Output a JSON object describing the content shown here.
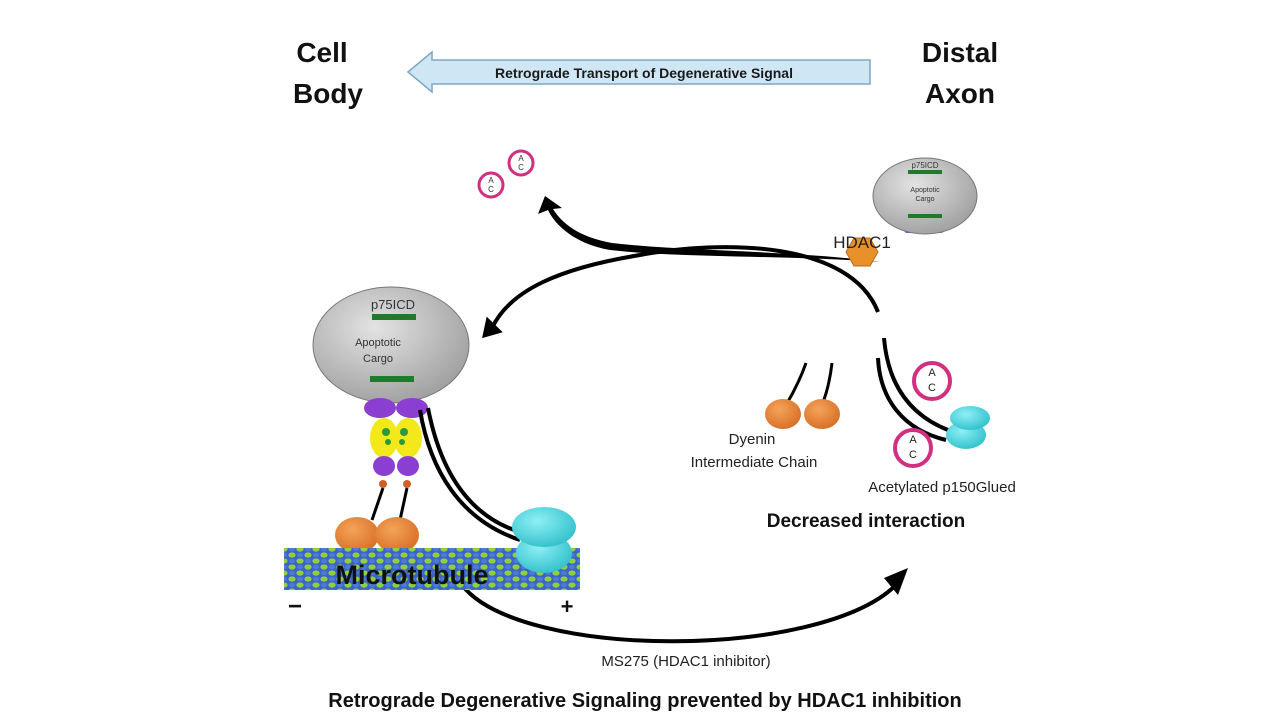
{
  "labels": {
    "cell_body_line1": "Cell",
    "cell_body_line2": "Body",
    "distal_axon_line1": "Distal",
    "distal_axon_line2": "Axon",
    "transport_arrow": "Retrograde Transport of Degenerative Signal",
    "hdac1": "HDAC1",
    "p75icd": "p75ICD",
    "apoptotic_cargo_line1": "Apoptotic",
    "apoptotic_cargo_line2": "Cargo",
    "small_cargo_line1": "Apoptotic",
    "small_cargo_line2": "Cargo",
    "small_p75icd": "p75ICD",
    "dynein_ic_line1": "Dyenin",
    "dynein_ic_line2": "Intermediate Chain",
    "acetylated": "Acetylated p150Glued",
    "decreased": "Decreased interaction",
    "microtubule": "Microtubule",
    "minus": "−",
    "plus": "+",
    "ms275": "MS275 (HDAC1 inhibitor)",
    "caption": "Retrograde Degenerative Signaling prevented by HDAC1 inhibition",
    "acetyl_a": "A",
    "acetyl_c": "C"
  },
  "colors": {
    "arrow_fill": "#cfe6f5",
    "arrow_stroke": "#7fa7c4",
    "cargo": "#b9b9b9",
    "green_bar": "#1f7a2a",
    "hdac1": "#e8902a",
    "dynein_orange": "#e07a2b",
    "cyan": "#3fd3dd",
    "magenta": "#d0307f",
    "purple": "#8a3fd0",
    "yellow": "#f2e81a",
    "mt_blue": "#3c63c8",
    "mt_green": "#8fd13a"
  }
}
